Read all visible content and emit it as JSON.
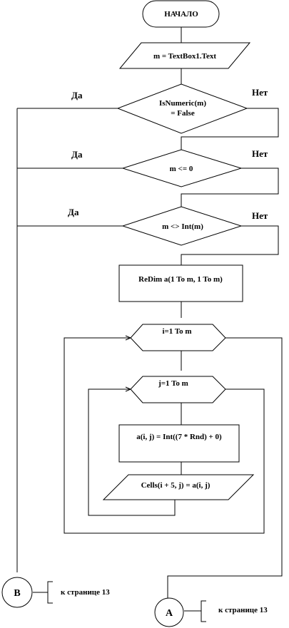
{
  "flowchart": {
    "start": "НАЧАЛО",
    "input_m": "m = TextBox1.Text",
    "cond1_line1": "IsNumeric(m)",
    "cond1_line2": "= False",
    "cond2": "m <= 0",
    "cond3": "m <> Int(m)",
    "redim": "ReDim a(1 To m, 1 To m)",
    "loop_i": "i=1 To m",
    "loop_j": "j=1 To m",
    "assign": "a(i, j) = Int((7 * Rnd) + 0)",
    "output": "Cells(i + 5, j) = a(i, j)",
    "yes_label": "Да",
    "no_label": "Нет",
    "connector_b": "B",
    "connector_a": "A",
    "page_note": "к странице 13"
  }
}
